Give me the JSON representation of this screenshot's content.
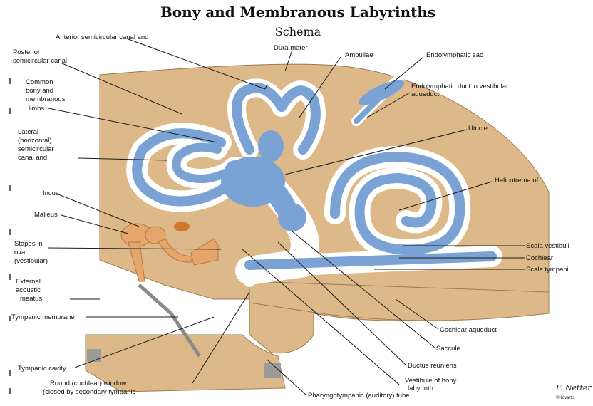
{
  "title": "Bony and Membranous Labyrinths",
  "subtitle": "Schema",
  "colors": {
    "bone": "#ddb888",
    "bone_edge": "#9a7a55",
    "membrane": "#7aa2d4",
    "membrane_edge": "#4a6f9e",
    "perilymph": "#ffffff",
    "ossicle": "#e6a56a"
  },
  "labels": {
    "anterior": "Anterior semicircular canal and",
    "dura": "Dura mater",
    "ampullae": "Ampullae",
    "endo_sac": "Endolymphatic sac",
    "posterior_1": "Posterior",
    "posterior_2": "semicircular canal",
    "endo_duct_1": "Endolymphatic duct in vestibular",
    "endo_duct_2": "aqueduct",
    "common_1": "Common",
    "common_2": "bony and",
    "common_3": "membranous",
    "common_4": "limbs",
    "utricle": "Utricle",
    "lateral_1": "Lateral",
    "lateral_2": "(horizontal)",
    "lateral_3": "semicircular",
    "lateral_4": "canal and",
    "helico": "Helicotrema of",
    "incus": "Incus",
    "malleus": "Malleus",
    "stapes_1": "Stapes in",
    "stapes_2": "oval",
    "stapes_3": "(vestibular)",
    "scala_vest": "Scala vestibuli",
    "cochlear": "Cochlear",
    "scala_tymp": "Scala tympani",
    "ext_1": "External",
    "ext_2": "acoustic",
    "ext_3": "meatus",
    "tymp_mem": "Tympanic membrane",
    "coch_aq": "Cochlear aqueduct",
    "saccule": "Saccule",
    "ductus": "Ductus reuniens",
    "tymp_cav": "Tympanic cavity",
    "vest_1": "Vestibule of bony",
    "vest_2": "labyrinth",
    "round_1": "Round (cochlear) window",
    "round_2": "(closed by secondary tympanic",
    "pharyngo": "Pharyngotympanic (auditory) tube",
    "credit": "F. Netter",
    "credit2": "©Novartis"
  }
}
